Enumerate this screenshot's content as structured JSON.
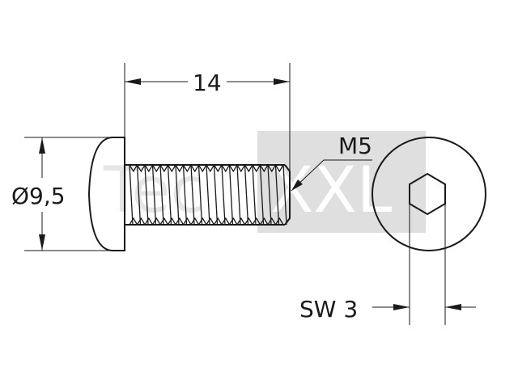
{
  "dimensions": {
    "length_label": "14",
    "diameter_label": "Ø9,5",
    "thread_label": "M5",
    "wrench_size_label": "SW 3"
  },
  "watermark": {
    "left_text": "Tec",
    "right_text": "XXL"
  },
  "colors": {
    "line": "#1a1a1a",
    "watermark_box": "#d9d9d9",
    "background": "#ffffff"
  }
}
